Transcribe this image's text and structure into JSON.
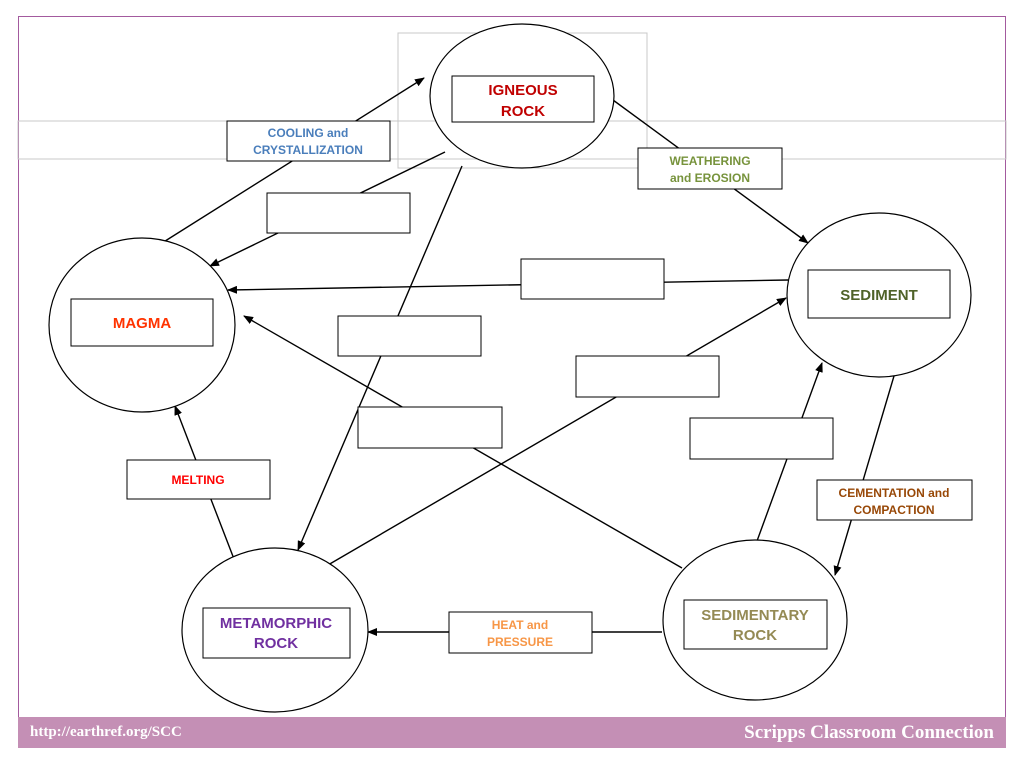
{
  "nodes": {
    "igneous": {
      "label_line1": "IGNEOUS",
      "label_line2": "ROCK",
      "color": "#c00000"
    },
    "sediment": {
      "label": "SEDIMENT",
      "color": "#4f6228"
    },
    "magma": {
      "label": "MAGMA",
      "color": "#ff3300"
    },
    "metamorphic": {
      "label_line1": "METAMORPHIC",
      "label_line2": "ROCK",
      "color": "#7030a0"
    },
    "sedimentary": {
      "label_line1": "SEDIMENTARY",
      "label_line2": "ROCK",
      "color": "#948a54"
    }
  },
  "processes": {
    "cooling": {
      "label_line1": "COOLING and",
      "label_line2": "CRYSTALLIZATION",
      "color": "#4a7ebb"
    },
    "weathering": {
      "label_line1": "WEATHERING",
      "label_line2": "and EROSION",
      "color": "#77933c"
    },
    "cementation": {
      "label_line1": "CEMENTATION and",
      "label_line2": "COMPACTION",
      "color": "#984807"
    },
    "melting": {
      "label": "MELTING",
      "color": "#ff0000"
    },
    "heat": {
      "label_line1": "HEAT and",
      "label_line2": "PRESSURE",
      "color": "#f79646"
    }
  },
  "footer": {
    "url": "http://earthref.org/SCC",
    "organization": "Scripps Classroom Connection"
  }
}
